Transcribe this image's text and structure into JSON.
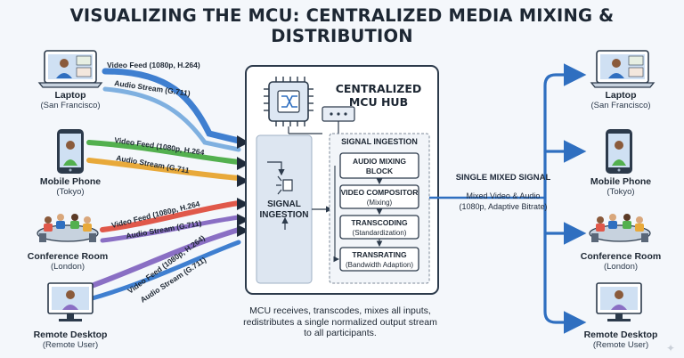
{
  "title": "VISUALIZING THE MCU: CENTRALIZED MEDIA MIXING & DISTRIBUTION",
  "colors": {
    "video": "#3f7fd0",
    "video_red": "#e0584a",
    "audio": "#e8a93a",
    "green": "#53b04f",
    "purple": "#8a6fc4",
    "output": "#2f6fc0",
    "panel": "#ffffff",
    "panel_border": "#2c3a4b"
  },
  "inputs": [
    {
      "name": "Laptop",
      "location": "(San Francisco)",
      "video": "Video Feed (1080p, H.264)",
      "audio": "Audio Stream (G.711)"
    },
    {
      "name": "Mobile Phone",
      "location": "(Tokyo)",
      "video": "Video Feed (1080p, H.264",
      "audio": "Audio Stream (G.711"
    },
    {
      "name": "Conference Room",
      "location": "(London)",
      "video": "Video Feed (1080p, H.264",
      "audio": "Audio Stream (G.711)"
    },
    {
      "name": "Remote Desktop",
      "location": "(Remote User)",
      "video": "Video Feed (1080p, H.264)",
      "audio": "Audio Stream (G.711)"
    }
  ],
  "outputs": [
    {
      "name": "Laptop",
      "location": "(San Francisco)"
    },
    {
      "name": "Mobile Phone",
      "location": "(Tokyo)"
    },
    {
      "name": "Conference Room",
      "location": "(London)"
    },
    {
      "name": "Remote Desktop",
      "location": "(Remote User)"
    }
  ],
  "hub": {
    "title_line1": "CENTRALIZED",
    "title_line2": "MCU HUB",
    "ingestion_line1": "SIGNAL",
    "ingestion_line2": "INGESTION",
    "inner_title": "SIGNAL INGESTION",
    "steps": [
      {
        "title": "AUDIO MIXING",
        "sub": "BLOCK"
      },
      {
        "title": "VIDEO COMPOSITOR",
        "sub": "(Mixing)"
      },
      {
        "title": "TRANSCODING",
        "sub": "(Standardization)"
      },
      {
        "title": "TRANSRATING",
        "sub": "(Bandwidth Adaption)"
      }
    ]
  },
  "output_signal": {
    "label": "SINGLE MIXED SIGNAL",
    "line1": "Mixed Video & Audio",
    "line2": "(1080p, Adaptive Bitrate)"
  },
  "caption": {
    "line1": "MCU receives, transcodes, mixes all inputs,",
    "line2": "redistributes a single normalized output stream",
    "line3": "to all participants."
  }
}
